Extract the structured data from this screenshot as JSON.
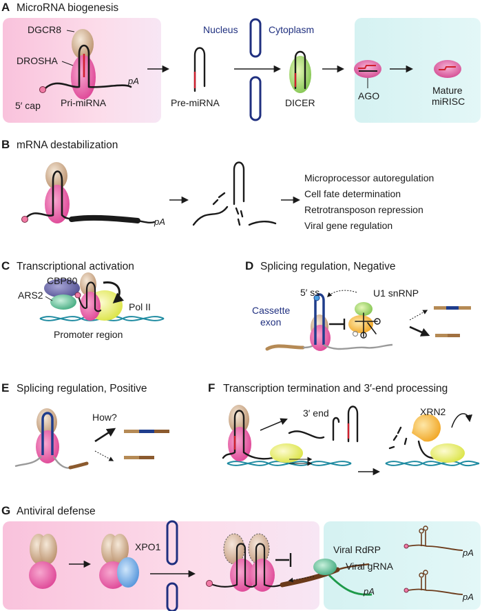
{
  "panels": {
    "A": {
      "letter": "A",
      "title": "MicroRNA biogenesis",
      "labels": {
        "dgcr8": "DGCR8",
        "drosha": "DROSHA",
        "cap": "5′ cap",
        "pri_mirna": "Pri-miRNA",
        "pa": "pA",
        "nucleus": "Nucleus",
        "cytoplasm": "Cytoplasm",
        "pre_mirna": "Pre-miRNA",
        "dicer": "DICER",
        "ago": "AGO",
        "mature_1": "Mature",
        "mature_2": "miRISC"
      }
    },
    "B": {
      "letter": "B",
      "title": "mRNA destabilization",
      "pa": "pA",
      "outcomes": [
        "Microprocessor autoregulation",
        "Cell fate determination",
        "Retrotransposon repression",
        "Viral gene regulation"
      ]
    },
    "C": {
      "letter": "C",
      "title": "Transcriptional activation",
      "labels": {
        "cbp80": "CBP80",
        "ars2": "ARS2",
        "pol2": "Pol II",
        "promoter": "Promoter region"
      }
    },
    "D": {
      "letter": "D",
      "title": "Splicing regulation, Negative",
      "labels": {
        "ss5": "5′ ss",
        "u1": "U1 snRNP",
        "cassette_1": "Cassette",
        "cassette_2": "exon"
      }
    },
    "E": {
      "letter": "E",
      "title": "Splicing regulation, Positive",
      "labels": {
        "how": "How?"
      }
    },
    "F": {
      "letter": "F",
      "title": "Transcription termination and 3′-end processing",
      "labels": {
        "end3": "3′ end",
        "xrn2": "XRN2"
      }
    },
    "G": {
      "letter": "G",
      "title": "Antiviral defense",
      "labels": {
        "xpo1": "XPO1",
        "rdrp": "Viral RdRP",
        "grna": "Viral gRNA",
        "pa": "pA",
        "pa2": "pA",
        "pa3": "pA"
      }
    }
  },
  "colors": {
    "nucleus_bg": "#fbd3e6",
    "cytoplasm_bg": "#d8f3f3",
    "drosha": "#e4489a",
    "dgcr8": "#c9a17f",
    "mirna": "#d0202e",
    "exon_blue": "#1f3d8c",
    "exon_tan": "#b58a55",
    "dna": "#1d8aa0",
    "viral": "#1e9a4a",
    "membrane": "#1f2f7f"
  }
}
